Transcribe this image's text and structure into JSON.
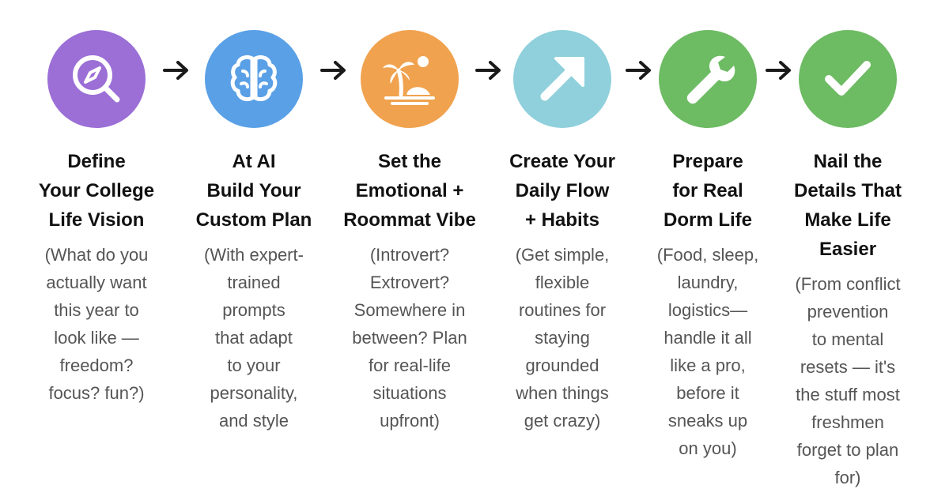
{
  "colors": {
    "step1": "#9b6fd6",
    "step2": "#5aa0e6",
    "step3": "#f0a24e",
    "step4": "#8fd0dc",
    "step5": "#6dbb63",
    "step6": "#6dbb63",
    "arrow": "#1a1a1a"
  },
  "steps": [
    {
      "icon": "compass-search-icon",
      "title": "Define\nYour College\nLife Vision",
      "description": "(What do you\nactually want\nthis year to\nlook like —\nfreedom?\nfocus? fun?)"
    },
    {
      "icon": "brain-icon",
      "title": "At AI\nBuild Your\nCustom Plan",
      "description": "(With expert-\ntrained\nprompts\nthat adapt\nto your\npersonality,\nand style"
    },
    {
      "icon": "palm-tree-island-icon",
      "title": "Set the\nEmotional +\nRoommat Vibe",
      "description": "(Introvert?\nExtrovert?\nSomewhere in\nbetween? Plan\nfor real-life\nsituations\nupfront)"
    },
    {
      "icon": "arrow-up-right-icon",
      "title": "Create Your\nDaily Flow\n+ Habits",
      "description": "(Get simple,\nflexible\nroutines for\nstaying\ngrounded\nwhen things\nget crazy)"
    },
    {
      "icon": "wrench-icon",
      "title": "Prepare\nfor Real\nDorm Life",
      "description": "(Food, sleep,\nlaundry,\nlogistics—\nhandle it all\nlike a pro,\nbefore it\nsneaks up\non you)"
    },
    {
      "icon": "checkmark-icon",
      "title": "Nail the\nDetails That\nMake Life\nEasier",
      "description": "(From conflict\nprevention\nto mental\nresets — it's\nthe stuff most\nfreshmen\nforget to plan\nfor)"
    }
  ]
}
